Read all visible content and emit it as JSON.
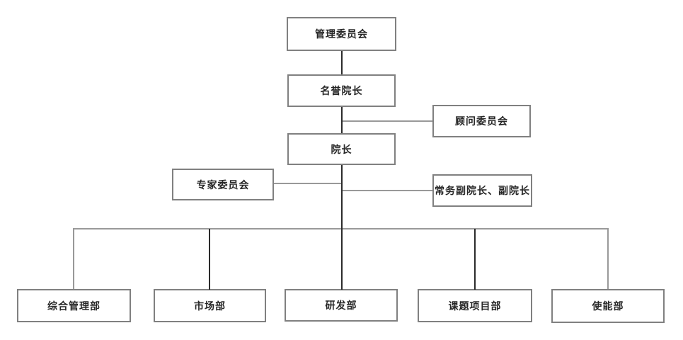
{
  "org": {
    "management_committee": "管理委员会",
    "honorary_dean": "名誉院长",
    "advisory_committee": "顾问委员会",
    "dean": "院长",
    "expert_committee": "专家委员会",
    "deputy_deans": "常务副院长、副院长",
    "departments": [
      "综合管理部",
      "市场部",
      "研发部",
      "课题项目部",
      "使能部"
    ]
  },
  "colors": {
    "background": "#ffffff",
    "box_fill": "#ffffff",
    "box_border": "#808080",
    "text": "#262626",
    "connector_gray": "#999999",
    "connector_dark": "#2b2b2b"
  }
}
